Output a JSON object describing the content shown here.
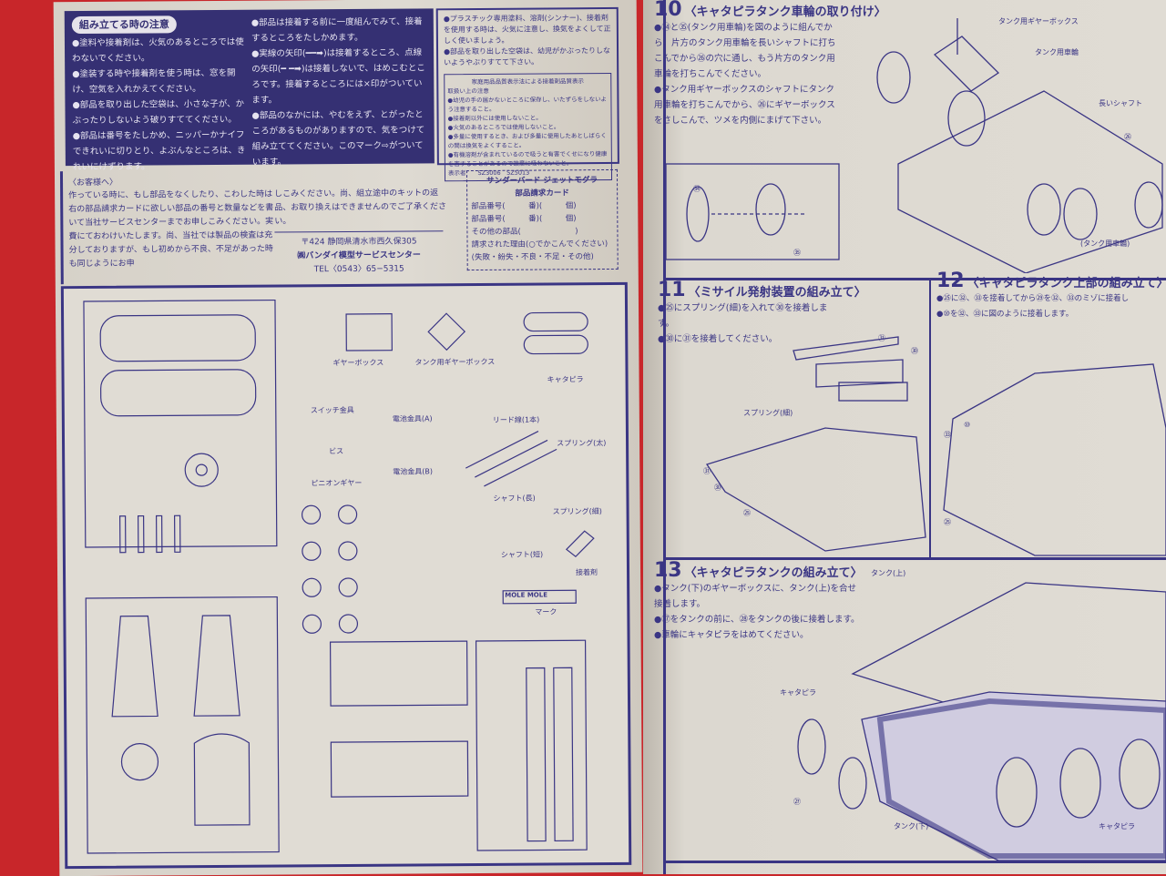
{
  "caution": {
    "title": "組み立てる時の注意",
    "left": [
      "●塗料や接着剤は、火気のあるところでは使わないでください。",
      "●塗装する時や接着剤を使う時は、窓を開け、空気を入れかえてください。",
      "●部品を取り出した空袋は、小さな子が、かぶったりしないよう破りすててください。",
      "●部品は番号をたしかめ、ニッパーかナイフできれいに切りとり、よぶんなところは、きれいにけずります。"
    ],
    "right": [
      "●部品は接着する前に一度組んでみて、接着するところをたしかめます。",
      "●実線の矢印(━━➡)は接着するところ、点線の矢印(━ ━➡)は接着しないで、はめこむところです。接着するところには×印がついています。",
      "●部品のなかには、やむをえず、とがったところがあるものがありますので、気をつけて組み立ててください。このマーク⇨がついています。"
    ]
  },
  "plastic": {
    "items": [
      "●プラスチック専用塗料、溶剤(シンナー)、接着剤を使用する時は、火気に注意し、換気をよくして正しく使いましょう。",
      "●部品を取り出した空袋は、幼児がかぶったりしないようやぶりすてて下さい。"
    ],
    "label_title": "家庭用品品質表示法による接着剤品質表示",
    "label_sub": "取扱い上の注意",
    "label_items": [
      "●幼児の手の届かないところに保存し、いたずらをしないよう注意すること。",
      "●接着剤以外には使用しないこと。",
      "●火気のあるところでは使用しないこと。",
      "●多量に使用するとき、および多量に使用したあとしばらくの間は換気をよくすること。",
      "●有機溶剤が含まれているので吸うと有害でくせになり健康を害することがあるので故意に吸わないこと。"
    ],
    "label_footer": "表示者　　SZ3006　SZ5013"
  },
  "customer": {
    "title": "〈お客様へ〉",
    "body": "作っている時に、もし部品をなくしたり、こわした時は右の部品請求カードに欲しい部品の番号と数量などを書いて当社サービスセンターまでお申しこみください。実費にておわけいたします。尚、当社では製品の検査は充分しておりますが、もし初めから不良、不足があった時も同じようにお申",
    "body2": "しこみください。尚、組立途中のキットの返品、お取り換えはできませんのでご了承ください。",
    "address": "〒424 静岡県清水市西久保305",
    "company": "㈱バンダイ模型サービスセンター",
    "tel": "TEL〈0543〉65−5315"
  },
  "card": {
    "title1": "サンダーバード ジェットモグラ",
    "title2": "部品請求カード",
    "row1": "部品番号(　　　番)(　　　個)",
    "row2": "部品番号(　　　番)(　　　個)",
    "row3": "その他の部品(　　　　　　　)",
    "reason": "請求された理由(○でかこんでください)",
    "reasons": "(失敗・紛失・不良・不足・その他)"
  },
  "parts": {
    "labels": [
      "ギヤーボックス",
      "タンク用ギヤーボックス",
      "キャタピラ",
      "スイッチ金具",
      "電池金具(A)",
      "リード線(1本)",
      "ビス",
      "電池金具(B)",
      "スプリング(太)",
      "ピニオンギヤー",
      "シャフト(長)",
      "スプリング(細)",
      "シャフト(短)",
      "接着剤",
      "マーク"
    ],
    "mark": "MOLE MOLE"
  },
  "steps": [
    {
      "num": "10",
      "title": "〈キャタピラタンク車輪の取り付け〉",
      "text": [
        "●㉞と㉟(タンク用車輪)を図のように組んでから、片方のタンク用車輪を長いシャフトに打ちこんでから㉖の穴に通し、もう片方のタンク用車輪を打ちこんでください。",
        "●タンク用ギヤーボックスのシャフトにタンク用車輪を打ちこんでから、㉖にギヤーボックスをさしこんで、ツメを内側にまげて下さい。"
      ],
      "labels": [
        "タンク用ギヤーボックス",
        "タンク用車輪",
        "長いシャフト",
        "㉖",
        "(タンク用車輪)",
        "㉞",
        "㉟"
      ]
    },
    {
      "num": "11",
      "title": "〈ミサイル発射装置の組み立て〉",
      "text": [
        "●㉕にスプリング(細)を入れて㉚を接着します。",
        "●㉚に㉛を接着してください。"
      ],
      "labels": [
        "㉛",
        "㉚",
        "スプリング(細)",
        "㉛",
        "㉚",
        "㉕"
      ]
    },
    {
      "num": "12",
      "title": "〈キャタピラタンク上部の組み立て〉",
      "text": [
        "●㉕に㉜、㉝を接着してから㉙を㉜、㉝のミゾに接着し",
        "●⑩を㉜、㉝に図のように接着します。"
      ],
      "labels": [
        "⑩",
        "㉝",
        "㉕"
      ]
    },
    {
      "num": "13",
      "title": "〈キャタピラタンクの組み立て〉",
      "text": [
        "●タンク(下)のギヤーボックスに、タンク(上)を合せ接着します。",
        "●㉗をタンクの前に、㉘をタンクの後に接着します。",
        "●車輪にキャタピラをはめてください。"
      ],
      "labels": [
        "タンク(上)",
        "キャタピラ",
        "㉗",
        "タンク(下)",
        "キャタピラ"
      ]
    }
  ]
}
